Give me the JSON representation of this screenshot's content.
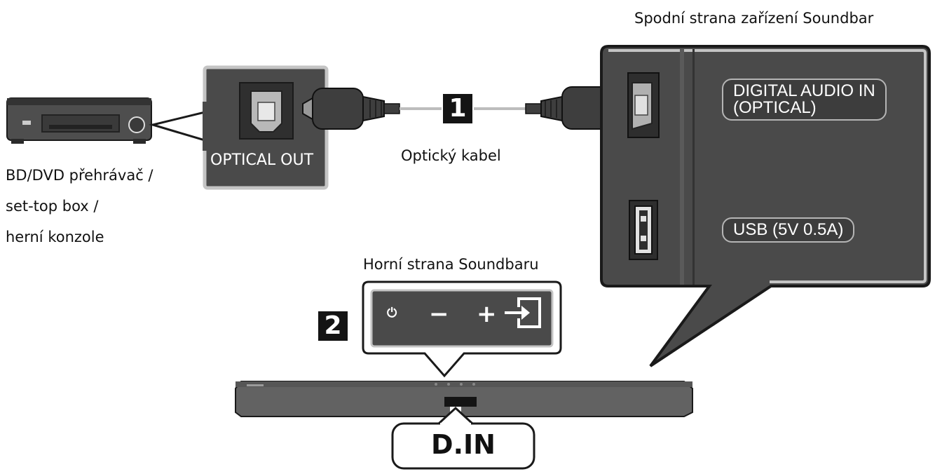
{
  "labels": {
    "soundbar_bottom_title": "Spodní strana zařízení Soundbar",
    "soundbar_top_title": "Horní strana Soundbaru",
    "device_lines": [
      "BD/DVD přehrávač /",
      "set-top box /",
      "herní konzole"
    ],
    "optical_out": "OPTICAL OUT",
    "cable": "Optický kabel",
    "port_digital_line1": "DIGITAL AUDIO IN",
    "port_digital_line2": "(OPTICAL)",
    "port_usb": "USB (5V 0.5A)",
    "display_text": "D.IN"
  },
  "steps": [
    "1",
    "2"
  ],
  "buttons": {
    "power": "⏻",
    "minus": "−",
    "plus": "+"
  },
  "icons": [
    "bd-player-icon",
    "optical-port-icon",
    "optical-plug-icon",
    "usb-port-icon",
    "power-icon",
    "minus-icon",
    "plus-icon",
    "source-input-icon",
    "soundbar-icon"
  ],
  "colors": {
    "panel": "#4a4a4a",
    "panel_border": "#c4c4c4",
    "device_body": "#505050",
    "badge": "#141414"
  }
}
